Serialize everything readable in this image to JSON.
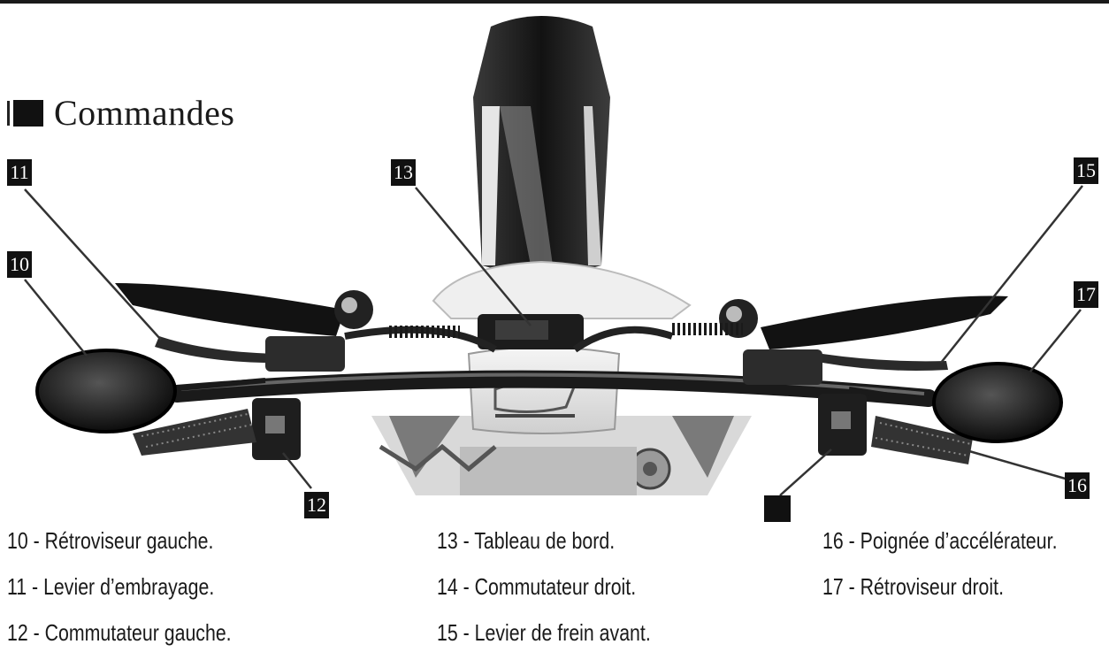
{
  "heading": {
    "title": "Commandes"
  },
  "callouts": {
    "c10": "10",
    "c11": "11",
    "c12": "12",
    "c13": "13",
    "c14": "",
    "c15": "15",
    "c16": "16",
    "c17": "17"
  },
  "legend": {
    "col1": [
      "10 - Rétroviseur gauche.",
      "11 - Levier d’embrayage.",
      "12 - Commutateur gauche."
    ],
    "col2": [
      "13 - Tableau de bord.",
      "14 - Commutateur droit.",
      "15 - Levier de frein avant."
    ],
    "col3": [
      "16 - Poignée d’accélérateur.",
      "17 - Rétroviseur droit."
    ]
  },
  "colors": {
    "ink": "#111111",
    "paper": "#ffffff"
  },
  "icons": {
    "heading_marker": "black-square-icon"
  }
}
